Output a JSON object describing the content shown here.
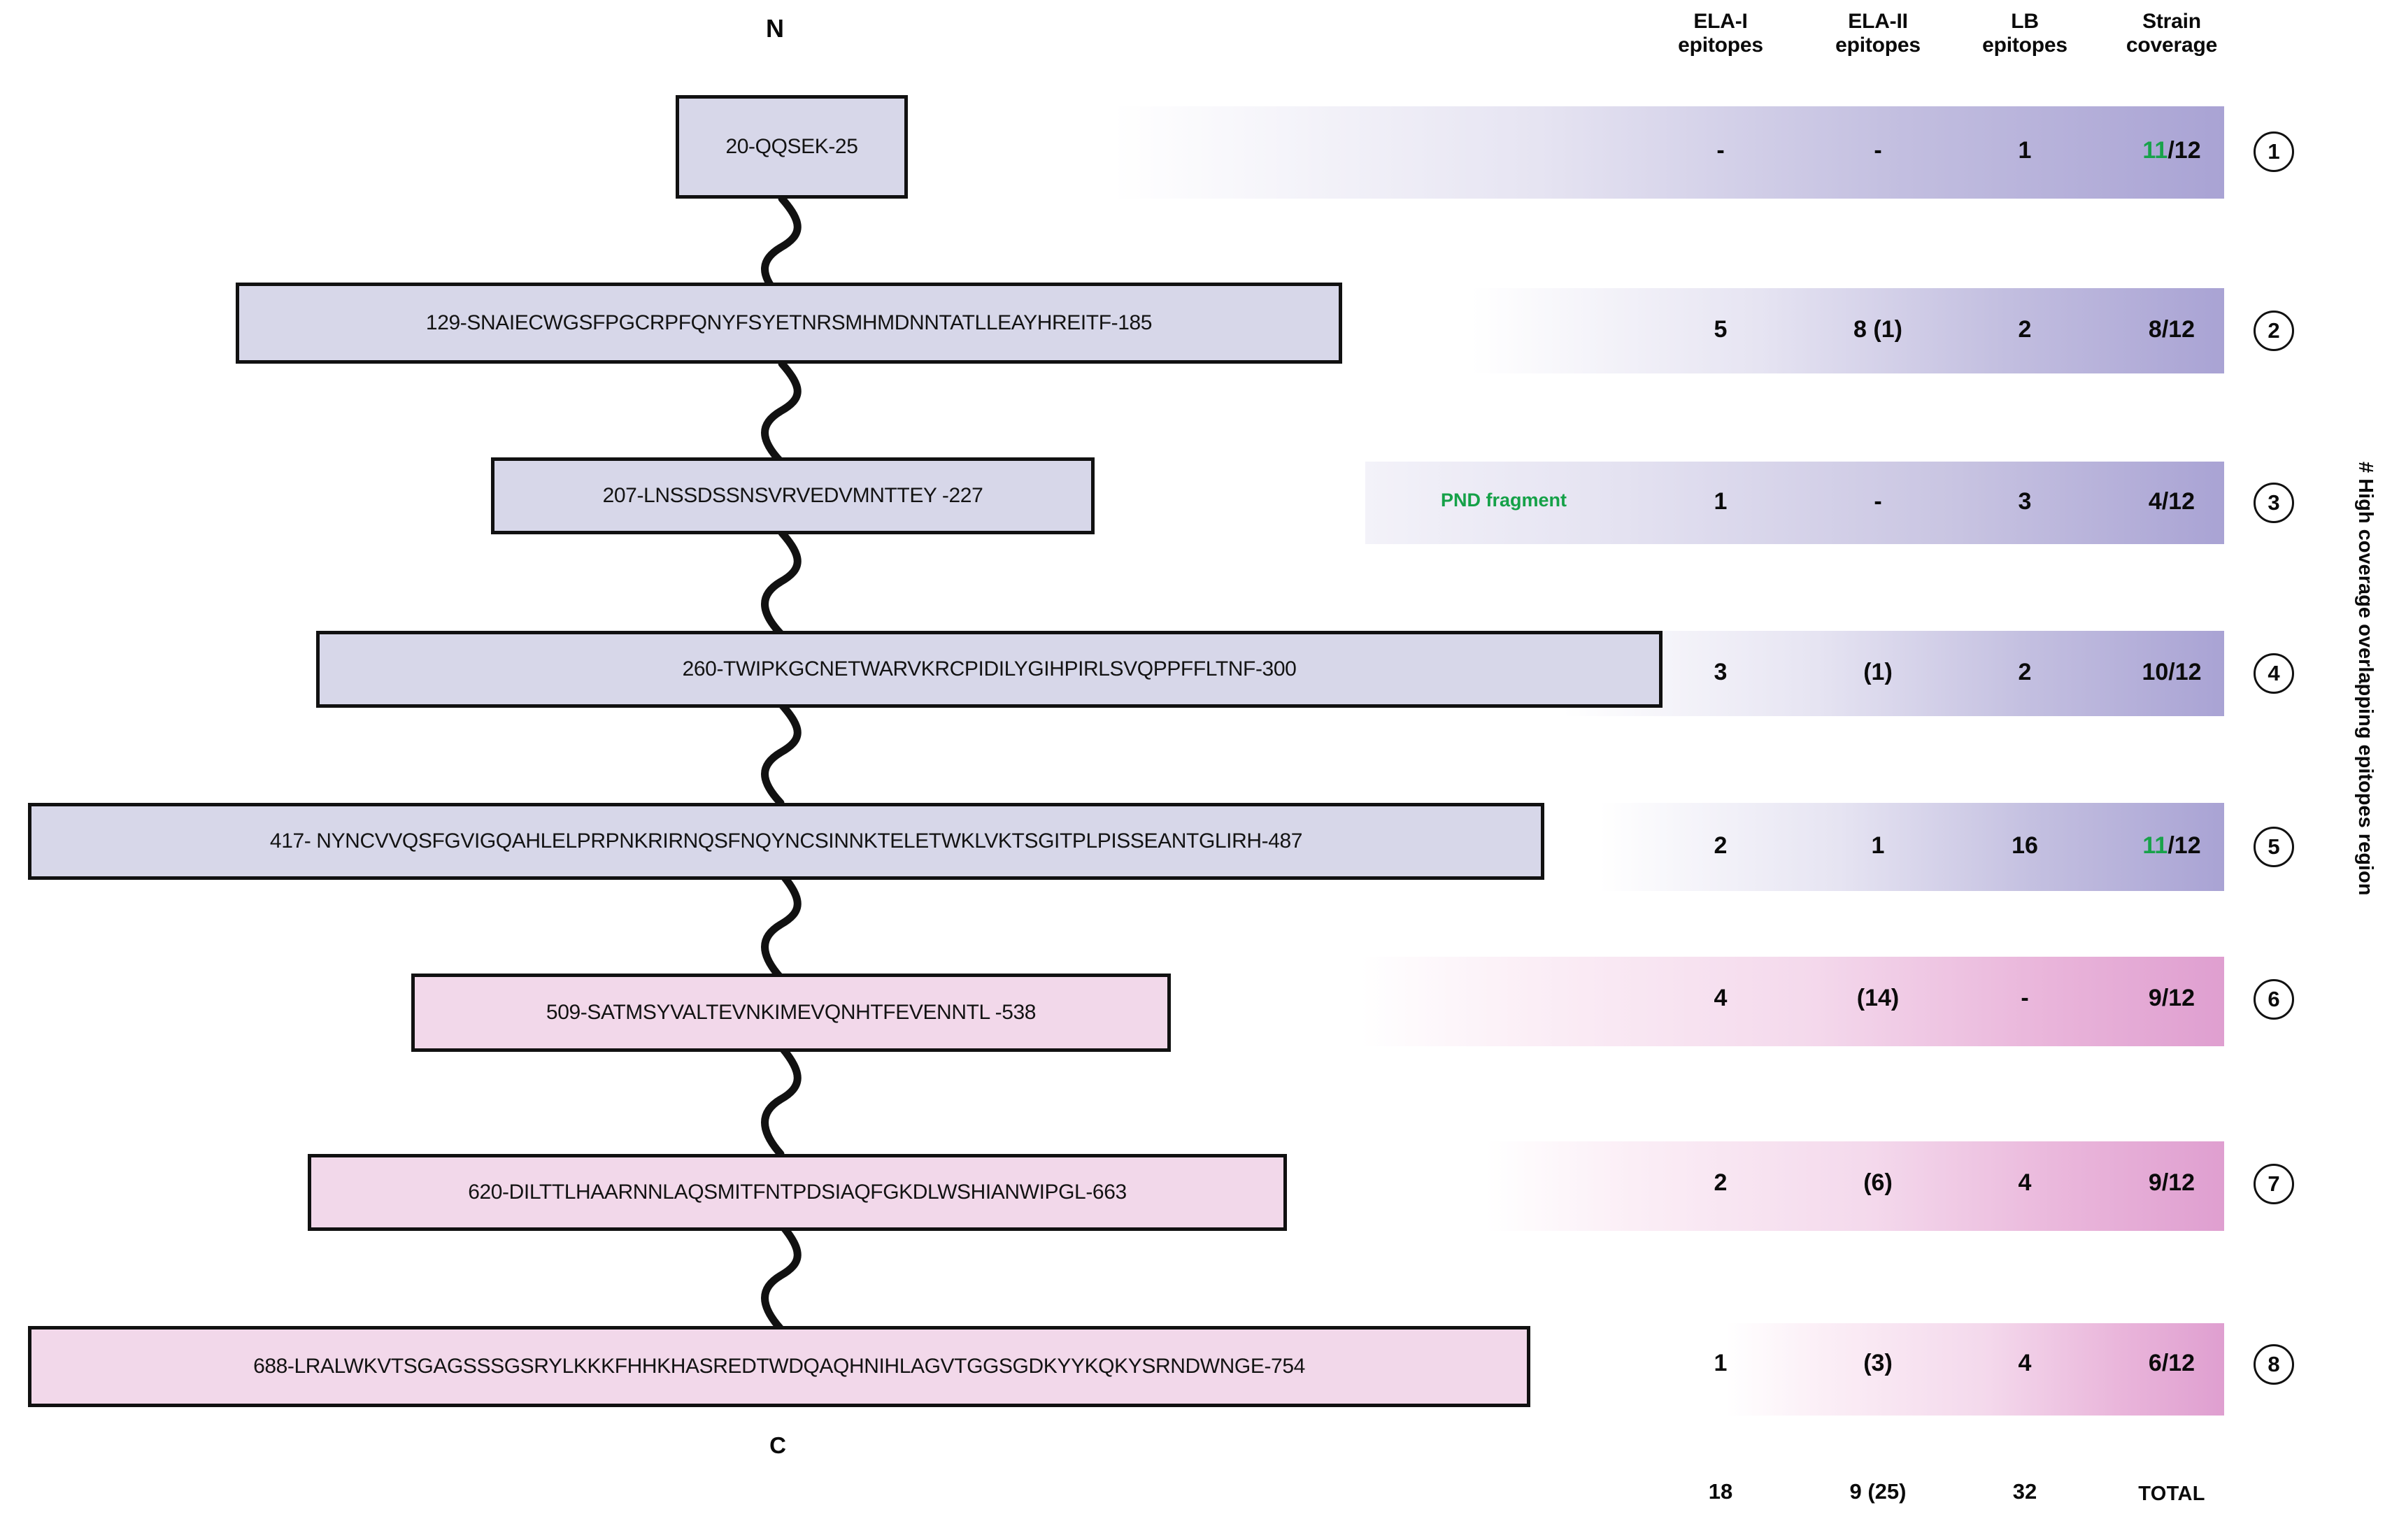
{
  "figure": {
    "terminus_n": "N",
    "terminus_c": "C",
    "vertical_caption": "# High coverage overlapping epitopes region",
    "total_label": "TOTAL",
    "annotation_pnd": "PND fragment"
  },
  "columns": [
    {
      "id": "ela1",
      "line1": "ELA-I",
      "line2": "epitopes"
    },
    {
      "id": "ela2",
      "line1": "ELA-II",
      "line2": "epitopes"
    },
    {
      "id": "lb",
      "line1": "LB",
      "line2": "epitopes"
    },
    {
      "id": "strain",
      "line1": "Strain",
      "line2": "coverage"
    }
  ],
  "colors": {
    "box_purple": "#d7d7e9",
    "box_pink": "#f2d8ea",
    "accent_green": "#18a24a",
    "bar_purple_end": "#a9a3d4",
    "bar_pink_end": "#df9fd0",
    "outline": "#111111"
  },
  "rows": [
    {
      "index": "1",
      "sequence": "20-QQSEK-25",
      "ela1": "-",
      "ela2": "-",
      "lb": "1",
      "strain_num": "11",
      "strain_den": "/12",
      "strain_highlight": true
    },
    {
      "index": "2",
      "sequence": "129-SNAIECWGSFPGCRPFQNYFSYETNRSMHMDNNTATLLEAYHREITF-185",
      "ela1": "5",
      "ela2": "8 (1)",
      "lb": "2",
      "strain_num": "8",
      "strain_den": "/12",
      "strain_highlight": false
    },
    {
      "index": "3",
      "sequence": "207-LNSSDSSNSVRVEDVMNTTEY -227",
      "ela1": "1",
      "ela2": "-",
      "lb": "3",
      "strain_num": "4",
      "strain_den": "/12",
      "strain_highlight": false,
      "note": "PND fragment"
    },
    {
      "index": "4",
      "sequence": "260-TWIPKGCNETWARVKRCPIDILYGIHPIRLSVQPPFFLTNF-300",
      "ela1": "3",
      "ela2": "(1)",
      "lb": "2",
      "strain_num": "10",
      "strain_den": "/12",
      "strain_highlight": false
    },
    {
      "index": "5",
      "sequence": "417- NYNCVVQSFGVIGQAHLELPRPNKRIRNQSFNQYNCSINNKTELETWKLVKTSGITPLPISSEANTGLIRH-487",
      "ela1": "2",
      "ela2": "1",
      "lb": "16",
      "strain_num": "11",
      "strain_den": "/12",
      "strain_highlight": true
    },
    {
      "index": "6",
      "sequence": "509-SATMSYVALTEVNKIMEVQNHTFEVENNTL -538",
      "ela1": "4",
      "ela2": "(14)",
      "lb": "-",
      "strain_num": "9",
      "strain_den": "/12",
      "strain_highlight": false
    },
    {
      "index": "7",
      "sequence": "620-DILTTLHAARNNLAQSMITFNTPDSIAQFGKDLWSHIANWIPGL-663",
      "ela1": "2",
      "ela2": "(6)",
      "lb": "4",
      "strain_num": "9",
      "strain_den": "/12",
      "strain_highlight": false
    },
    {
      "index": "8",
      "sequence": "688-LRALWKVTSGAGSSSGSRYLKKKFHHKHASREDTWDQAQHNIHLAGVTGGSGDKYYKQKYSRNDWNGE-754",
      "ela1": "1",
      "ela2": "(3)",
      "lb": "4",
      "strain_num": "6",
      "strain_den": "/12",
      "strain_highlight": false
    }
  ],
  "totals": {
    "ela1": "18",
    "ela2": "9 (25)",
    "lb": "32",
    "label": "TOTAL"
  }
}
